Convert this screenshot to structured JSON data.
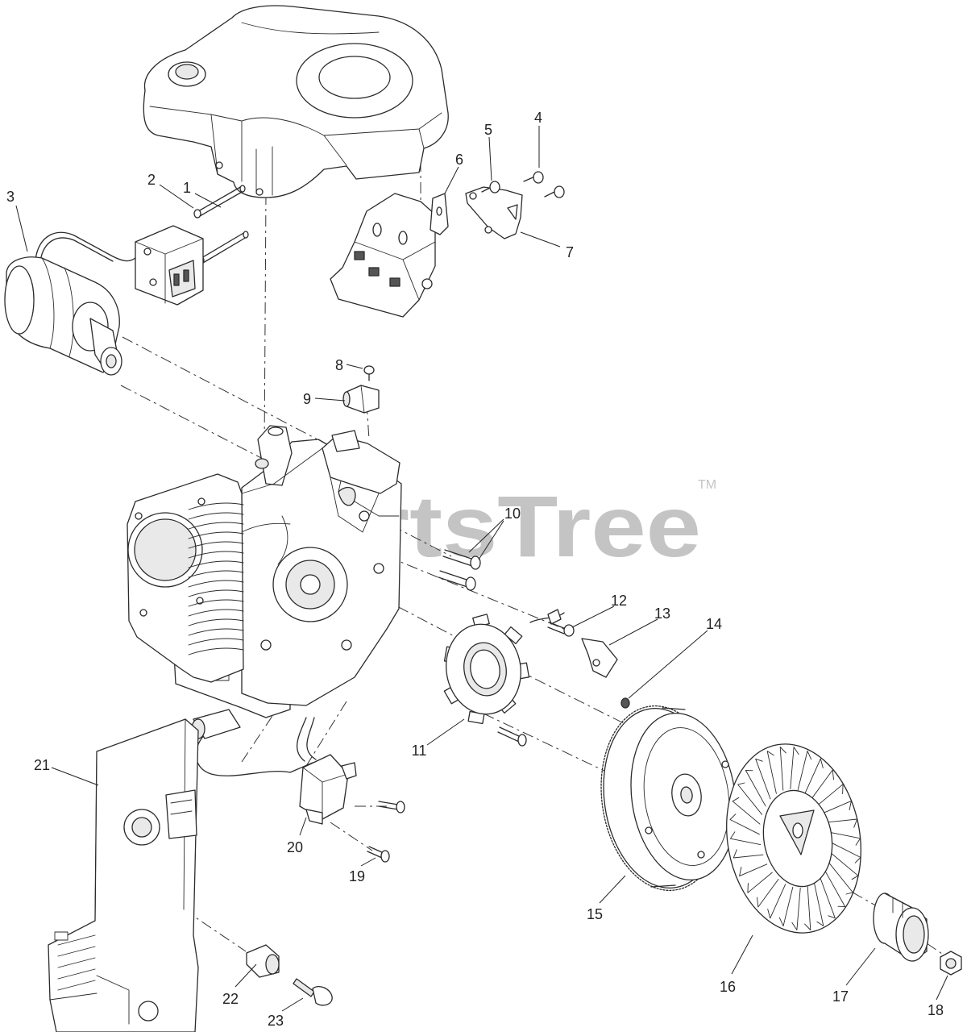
{
  "watermark": {
    "brand": "PartsTree",
    "tm": "TM"
  },
  "callouts": [
    "1",
    "2",
    "3",
    "4",
    "5",
    "6",
    "7",
    "8",
    "9",
    "10",
    "11",
    "12",
    "13",
    "14",
    "15",
    "16",
    "17",
    "18",
    "19",
    "20",
    "21",
    "22",
    "23"
  ]
}
